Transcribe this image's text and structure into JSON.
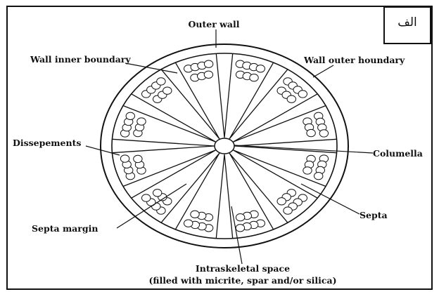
{
  "corner_label": "الف",
  "labels": {
    "outer_wall": "Outer wall",
    "wall_inner_boundary": "Wall inner boundary",
    "wall_outer_boundary": "Wall outer houndary",
    "dissepements": "Dissepements",
    "columella": "Columella",
    "septa": "Septa",
    "septa_margin": "Septa margin",
    "intraskeletal_space_line1": "Intraskeletal space",
    "intraskeletal_space_line2": "(filled with micrite, spar and/or silica)"
  }
}
